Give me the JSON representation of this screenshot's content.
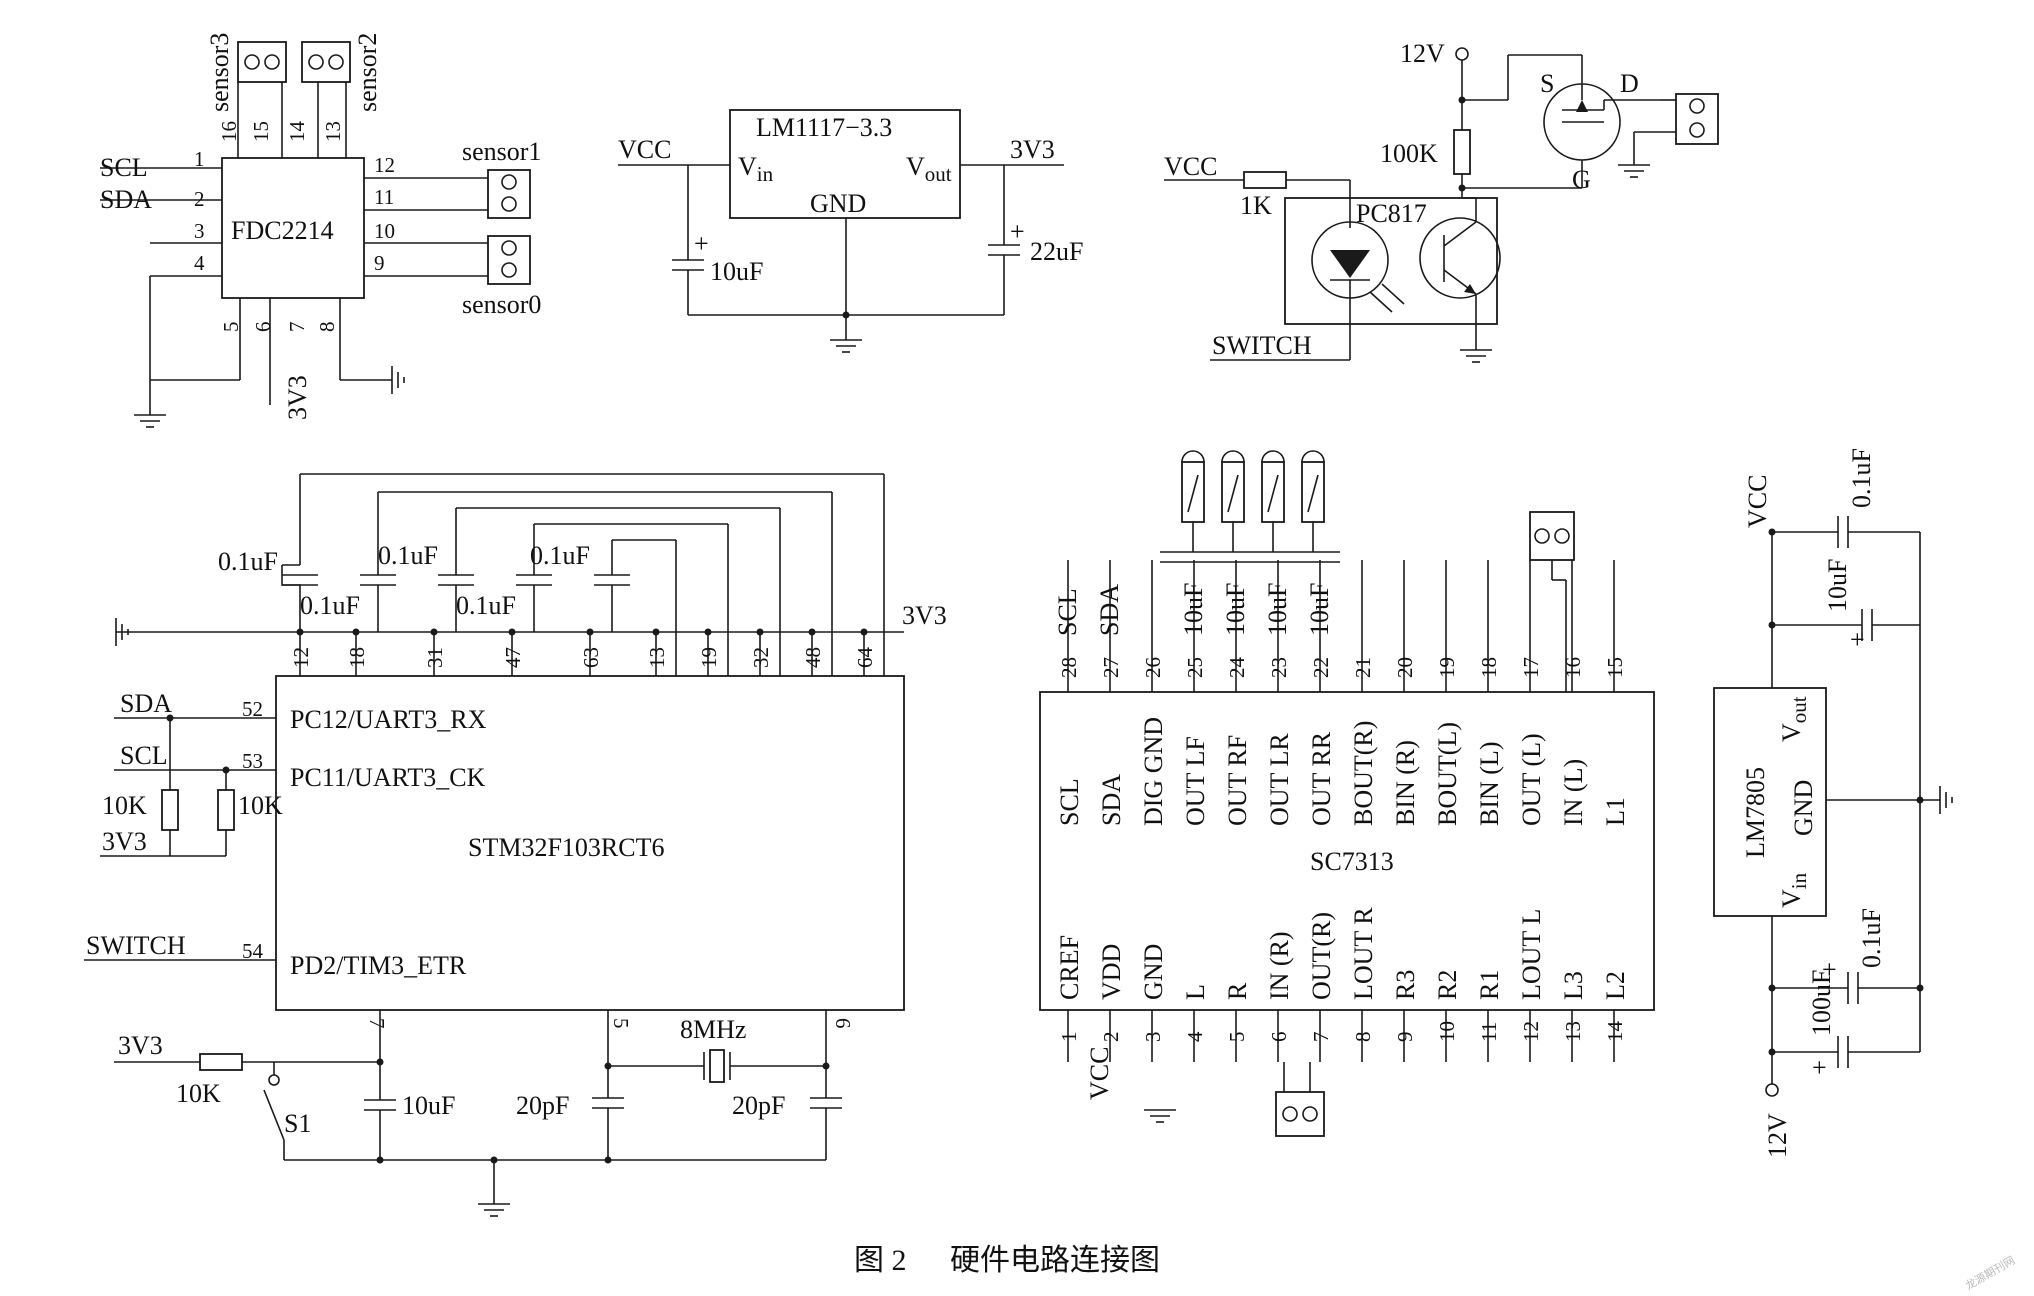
{
  "caption": {
    "figure_no": "图 2",
    "title": "硬件电路连接图"
  },
  "fdc": {
    "chip": "FDC2214",
    "sensors": [
      "sensor3",
      "sensor2",
      "sensor1",
      "sensor0"
    ],
    "pins": [
      "1",
      "2",
      "3",
      "4",
      "5",
      "6",
      "7",
      "8",
      "9",
      "10",
      "11",
      "12",
      "13",
      "14",
      "15",
      "16"
    ],
    "nets": {
      "scl": "SCL",
      "sda": "SDA",
      "v33": "3V3"
    }
  },
  "reg33": {
    "chip": "LM1117−3.3",
    "vin": "V",
    "vin_sub": "in",
    "vout": "V",
    "vout_sub": "out",
    "gnd": "GND",
    "vcc": "VCC",
    "out_net": "3V3",
    "cap_in": "10uF",
    "cap_out": "22uF"
  },
  "switch_circuit": {
    "v12": "12V",
    "r_gate": "100K",
    "r_led": "1K",
    "vcc": "VCC",
    "opto": "PC817",
    "s": "S",
    "d": "D",
    "g": "G",
    "switch": "SWITCH"
  },
  "mcu": {
    "chip": "STM32F103RCT6",
    "pin_rx": "PC12/UART3_RX",
    "pin_ck": "PC11/UART3_CK",
    "pin_etr": "PD2/TIM3_ETR",
    "top_pins": [
      "12",
      "18",
      "31",
      "47",
      "63",
      "13",
      "19",
      "32",
      "48",
      "64"
    ],
    "pin52": "52",
    "pin53": "53",
    "pin54": "54",
    "bottom_pins": [
      "7",
      "5",
      "6"
    ],
    "net_sda": "SDA",
    "net_scl": "SCL",
    "net_v33": "3V3",
    "net_v33_top": "3V3",
    "net_switch": "SWITCH",
    "r_pull1": "10K",
    "r_pull2": "10K",
    "decoupling": [
      "0.1uF",
      "0.1uF",
      "0.1uF",
      "0.1uF",
      "0.1uF"
    ],
    "reset_v33": "3V3",
    "reset_r": "10K",
    "reset_sw": "S1",
    "reset_cap": "10uF",
    "crystal": "8MHz",
    "c_load1": "20pF",
    "c_load2": "20pF"
  },
  "amp": {
    "chip": "SC7313",
    "top_pins": [
      "28",
      "27",
      "26",
      "25",
      "24",
      "23",
      "22",
      "21",
      "20",
      "19",
      "18",
      "17",
      "16",
      "15"
    ],
    "top_ext": [
      "SCL",
      "SDA",
      "",
      "10uF",
      "10uF",
      "10uF",
      "10uF",
      "",
      "",
      "",
      "",
      "",
      "",
      ""
    ],
    "top_labels": [
      "SCL",
      "SDA",
      "DIG GND",
      "OUT LF",
      "OUT RF",
      "OUT LR",
      "OUT RR",
      "BOUT(R)",
      "BIN (R)",
      "BOUT(L)",
      "BIN (L)",
      "OUT (L)",
      "IN (L)",
      "L1"
    ],
    "bottom_pins": [
      "1",
      "2",
      "3",
      "4",
      "5",
      "6",
      "7",
      "8",
      "9",
      "10",
      "11",
      "12",
      "13",
      "14"
    ],
    "bottom_labels": [
      "CREF",
      "VDD",
      "GND",
      "L",
      "R",
      "IN (R)",
      "OUT(R)",
      "LOUT R",
      "R3",
      "R2",
      "R1",
      "LOUT L",
      "L3",
      "L2"
    ],
    "bottom_ext": "VCC"
  },
  "reg5": {
    "chip": "LM7805",
    "vout": "V",
    "vout_sub": "out",
    "vin": "V",
    "vin_sub": "in",
    "gnd": "GND",
    "vcc": "VCC",
    "v12": "12V",
    "c1": "0.1uF",
    "c2": "10uF",
    "c3": "0.1uF",
    "c4": "100uF"
  },
  "plus": "+",
  "watermark": "龙源期刊网"
}
